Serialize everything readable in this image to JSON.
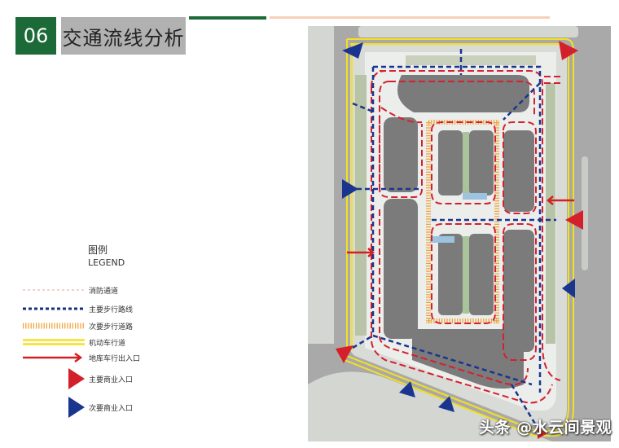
{
  "header": {
    "number": "06",
    "title": "交通流线分析",
    "colors": {
      "green": "#1c6a37",
      "gray": "#b1b1b1",
      "peach": "#f8cfb7"
    }
  },
  "legend": {
    "title": "图例",
    "subtitle": "LEGEND",
    "items": [
      {
        "label": "消防通道",
        "symbol": "pink-dashed-line",
        "color": "#e8a0a0"
      },
      {
        "label": "主要步行路线",
        "symbol": "navy-dotted-line",
        "color": "#1a2f7a"
      },
      {
        "label": "次要步行道路",
        "symbol": "orange-hatched-line",
        "color": "#f0a030"
      },
      {
        "label": "机动车行道",
        "symbol": "yellow-double-line",
        "color": "#f5e020"
      },
      {
        "label": "地库车行出入口",
        "symbol": "red-arrow",
        "color": "#d42020"
      },
      {
        "label": "主要商业入口",
        "symbol": "red-triangle",
        "color": "#d4202a"
      },
      {
        "label": "次要商业入口",
        "symbol": "blue-triangle",
        "color": "#1a3590"
      }
    ]
  },
  "map": {
    "description": "site plan traffic flow",
    "colors": {
      "road": "#a8a8a8",
      "ground": "#d5d8d3",
      "building": "#7b7b7b",
      "fire_lane": "#d42030",
      "walk_main": "#1a3590",
      "walk_secondary": "#f0a030",
      "vehicle": "#f5e020"
    }
  },
  "watermark": "头条 @水云间景观"
}
